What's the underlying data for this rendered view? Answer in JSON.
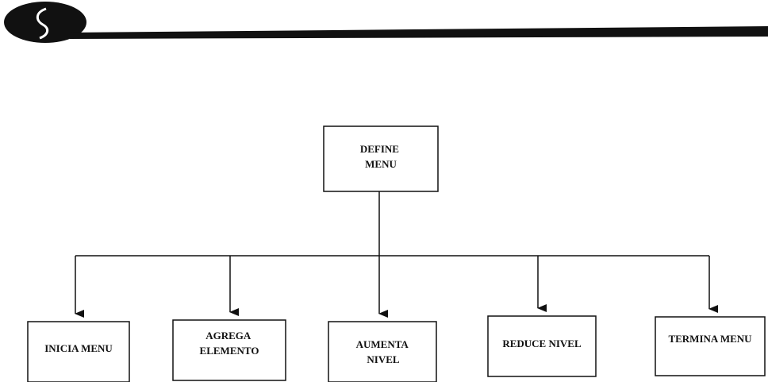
{
  "header": {
    "logo_icon": "s-curve-logo-icon",
    "rule_color": "#111111"
  },
  "diagram": {
    "root": {
      "label_lines": [
        "DEFINE",
        "MENU"
      ]
    },
    "children": [
      {
        "label_lines": [
          "INICIA MENU"
        ]
      },
      {
        "label_lines": [
          "AGREGA",
          "ELEMENTO"
        ]
      },
      {
        "label_lines": [
          "AUMENTA",
          "NIVEL"
        ]
      },
      {
        "label_lines": [
          "REDUCE NIVEL"
        ]
      },
      {
        "label_lines": [
          "TERMINA MENU"
        ]
      }
    ]
  }
}
